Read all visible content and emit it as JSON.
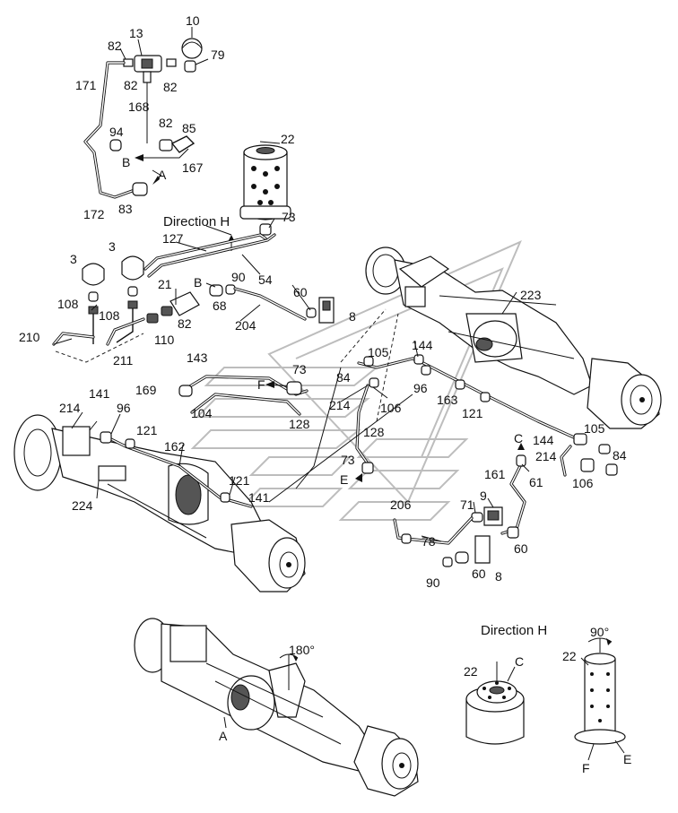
{
  "labels": {
    "n13": "13",
    "n10": "10",
    "n82a": "82",
    "n79": "79",
    "n82b": "82",
    "n82c": "82",
    "n171": "171",
    "n168": "168",
    "n82d": "82",
    "n85": "85",
    "n94": "94",
    "nB1": "B",
    "nA1": "A",
    "n167": "167",
    "n172": "172",
    "n83": "83",
    "n22a": "22",
    "n73a": "73",
    "n127": "127",
    "n3a": "3",
    "n3b": "3",
    "n54": "54",
    "nB2": "B",
    "n90a": "90",
    "n21": "21",
    "n60a": "60",
    "n108a": "108",
    "n108b": "108",
    "n68": "68",
    "n82e": "82",
    "n8a": "8",
    "n204": "204",
    "n210": "210",
    "n110": "110",
    "n211": "211",
    "n223": "223",
    "n105a": "105",
    "n144a": "144",
    "n143": "143",
    "n73b": "73",
    "nF1": "F",
    "n84a": "84",
    "n96a": "96",
    "n141a": "141",
    "n169": "169",
    "n214a": "214",
    "n106a": "106",
    "n163": "163",
    "n121a": "121",
    "n214b": "214",
    "n96b": "96",
    "n104": "104",
    "n128a": "128",
    "n121b": "121",
    "n128b": "128",
    "n162": "162",
    "n105b": "105",
    "nC1": "C",
    "n144b": "144",
    "n214c": "214",
    "n84b": "84",
    "n73c": "73",
    "n61": "61",
    "nE1": "E",
    "n106b": "106",
    "n121c": "121",
    "n141b": "141",
    "n161": "161",
    "n224": "224",
    "n9": "9",
    "n71": "71",
    "n206": "206",
    "n78": "78",
    "n60b": "60",
    "n60c": "60",
    "n90b": "90",
    "n8b": "8",
    "n180": "180°",
    "nA2": "A",
    "n22b": "22",
    "nC2": "C",
    "n90deg": "90°",
    "n22c": "22",
    "nF2": "F",
    "nE2": "E"
  },
  "captions": {
    "direction_h_top": "Direction H",
    "direction_h_inset": "Direction H"
  },
  "colors": {
    "line": "#111111",
    "watermark": "#bdbdbd",
    "shade": "#555555"
  }
}
